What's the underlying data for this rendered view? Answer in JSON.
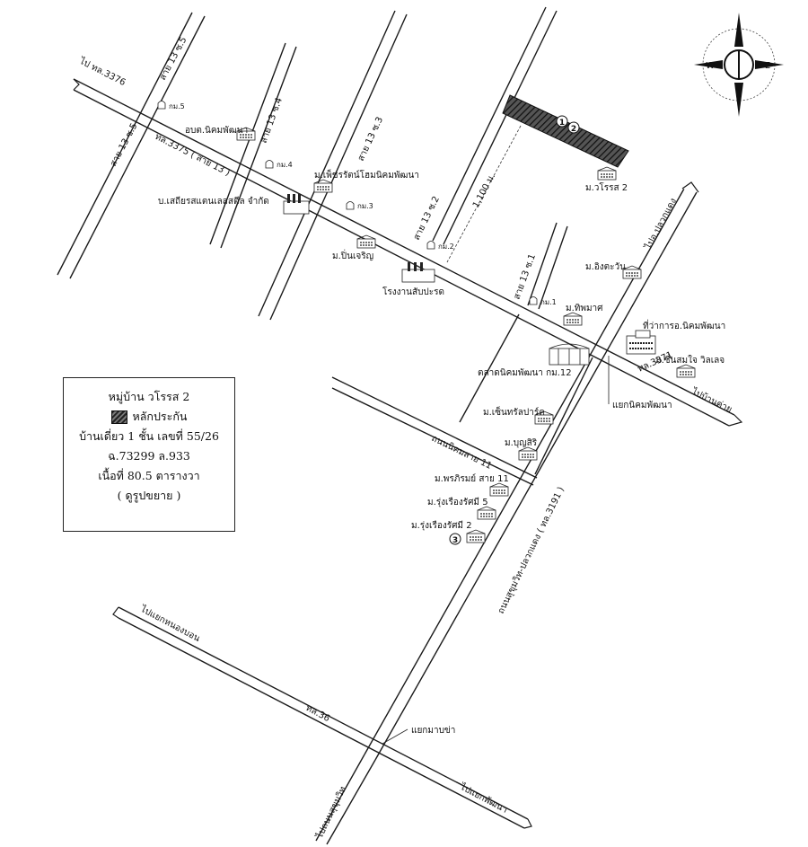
{
  "map": {
    "compass": {
      "n": "N",
      "s": "S",
      "e": "E",
      "w": "W"
    },
    "roads": {
      "to_th3376": "ไป ทล.3376",
      "soi13_5_top": "สาย 13 ซ.5",
      "soi13_5_left": "สาย 13 ซ.5",
      "soi13_4": "สาย 13 ซ.4",
      "soi13_3": "สาย 13 ซ.3",
      "soi13_2": "สาย 13 ซ.2",
      "soi13_1": "สาย 13 ซ.1",
      "th3375": "ทล.3375 ( สาย 13 )",
      "distance": "1,100 ม.",
      "to_pluak_daeng": "ไปอ.ปลวกแดง",
      "th3371": "ทล.3371",
      "to_ban_khai": "ไปบ้านค่าย",
      "nikhom_11": "ถนนนิคมสาย 11",
      "sukhumvit": "ถนนสุขุมวิท-ปลวกแดง ( ทล.3191 )",
      "to_nong_bon": "ไปแยกหนองบอน",
      "th36": "ทล.36",
      "to_sukhumvit": "ไปถนนสุขุมวิท",
      "to_phatthana": "ไปแยกพัฒนา"
    },
    "km_markers": [
      "กม.5",
      "กม.4",
      "กม.3",
      "กม.2",
      "กม.1"
    ],
    "places": {
      "obt": "อบต.นิคมพัฒนา",
      "phetcharat": "ม.เพ็ชรรัตน์โฮมนิคมพัฒนา",
      "steel": "บ.เสถียรสแตนเลสสตีล จำกัด",
      "pinchern": "ม.ปิ่นเจริญ",
      "factory": "โรงงานสับปะรด",
      "worasa2": "ม.วโรรส 2",
      "ingtawan": "ม.อิงตะวัน",
      "thipmas": "ม.ทิพมาศ",
      "district_office": "ที่ว่าการอ.นิคมพัฒนา",
      "chuensomjai": "ม.ชื่นสมใจ วิลเลจ",
      "market": "ตลาดนิคมพัฒนา กม.12",
      "junction_nikhom": "แยกนิคมพัฒนา",
      "central_park": "ม.เซ็นทรัลปาร์ค",
      "boonsiri": "ม.บุญสิริ",
      "pornpirom": "ม.พรภิรมย์ สาย 11",
      "rungruang5": "ม.รุ่งเรืองรัศมี 5",
      "rungruang2": "ม.รุ่งเรืองรัศมี 2",
      "junction_maptha": "แยกมาบข่า"
    },
    "markers": [
      "1",
      "2",
      "3"
    ]
  },
  "legend": {
    "title": "หมู่บ้าน วโรรส 2",
    "collateral": "หลักประกัน",
    "house": "บ้านเดี่ยว 1 ชั้น เลขที่ 55/26",
    "deed": "ฉ.73299 ล.933",
    "area": "เนื้อที่ 80.5 ตารางวา",
    "enlarged": "( ดูรูปขยาย )"
  },
  "colors": {
    "ink": "#1a1a1a",
    "hatch": "#333333"
  }
}
